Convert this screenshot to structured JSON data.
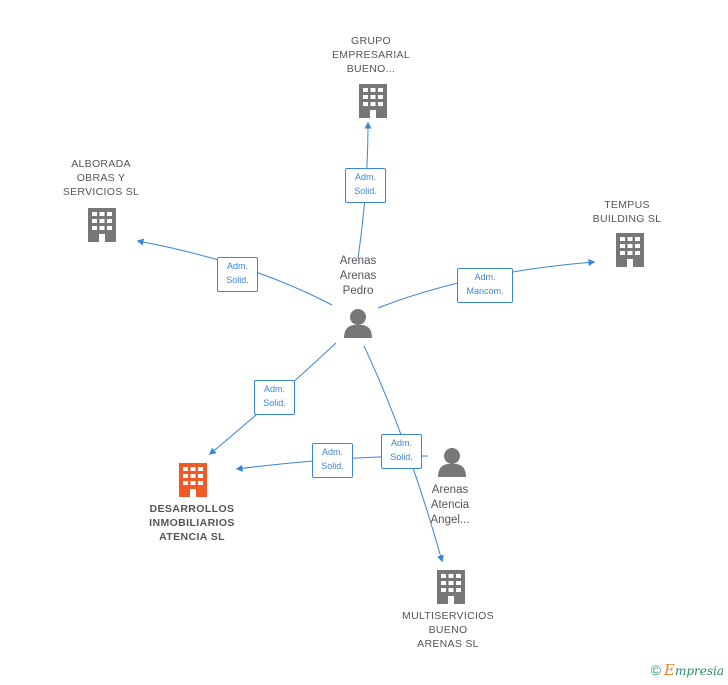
{
  "nodes": {
    "grupo": {
      "label": "GRUPO\nEMPRESARIAL\nBUENO...",
      "color": "#777777"
    },
    "alborada": {
      "label": "ALBORADA\nOBRAS Y\nSERVICIOS  SL",
      "color": "#777777"
    },
    "tempus": {
      "label": "TEMPUS\nBUILDING  SL",
      "color": "#777777"
    },
    "pedro": {
      "label": "Arenas\nArenas\nPedro",
      "color": "#777777"
    },
    "angel": {
      "label": "Arenas\nAtencia\nAngel...",
      "color": "#777777"
    },
    "desarrollos": {
      "label": "DESARROLLOS\nINMOBILIARIOS\nATENCIA  SL",
      "color": "#f05a28"
    },
    "multiservicios": {
      "label": "MULTISERVICIOS\nBUENO\nARENAS  SL",
      "color": "#777777"
    }
  },
  "edges": {
    "grupo": {
      "line1": "Adm.",
      "line2": "Solid."
    },
    "alborada": {
      "line1": "Adm.",
      "line2": "Solid."
    },
    "tempus": {
      "line1": "Adm.",
      "line2": "Mancom."
    },
    "desarrollos_pedro": {
      "line1": "Adm.",
      "line2": "Solid."
    },
    "desarrollos_angel": {
      "line1": "Adm.",
      "line2": "Solid."
    },
    "multiservicios": {
      "line1": "Adm.",
      "line2": "Solid."
    }
  },
  "colors": {
    "edge": "#3b86d6",
    "node": "#777777",
    "focus": "#f05a28",
    "brand": "#2a9a7a"
  },
  "footer": {
    "copyright": "©",
    "brand_first": "E",
    "brand_rest": "mpresia"
  }
}
